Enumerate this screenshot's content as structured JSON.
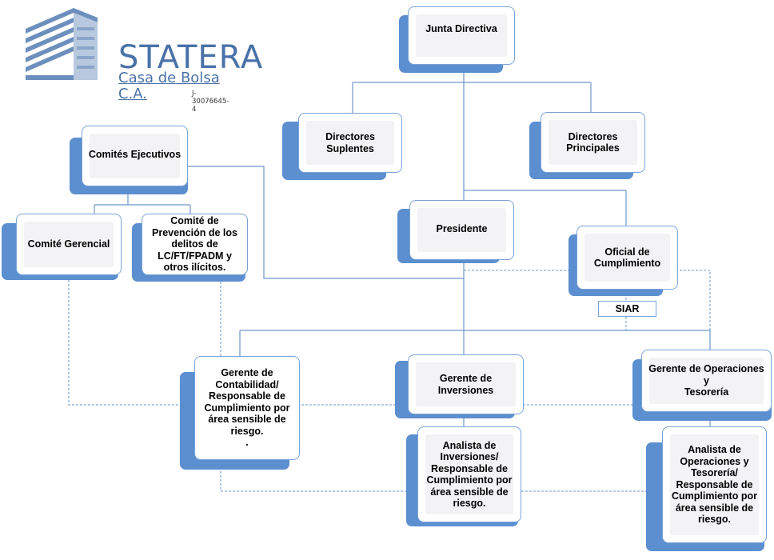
{
  "logo": {
    "name": "STATERA",
    "subtitle": "Casa de Bolsa C.A.",
    "rif": "J-30076645-4"
  },
  "nodes": {
    "junta": "Junta Directiva",
    "suplentes": "Directores Suplentes",
    "principales": "Directores\nPrincipales",
    "comites": "Comités Ejecutivos",
    "gerencial": "Comité Gerencial",
    "prevencion": "Comité de\nPrevención de los\ndelitos de\nLC/FT/FPADM y\notros ilícitos.",
    "presidente": "Presidente",
    "oficial": "Oficial de\nCumplimiento",
    "siar": "SIAR",
    "contabilidad": "Gerente de\nContabilidad/\nResponsable de\nCumplimiento por\nárea sensible de\nriesgo.\n.",
    "inversiones": "Gerente de Inversiones",
    "operaciones": "Gerente de Operaciones y\nTesorería",
    "analista_inv": "Analista de\nInversiones/\nResponsable de\nCumplimiento por\nárea sensible de\nriesgo.",
    "analista_ops": "Analista de\nOperaciones y\nTesorería/\nResponsable de\nCumplimiento por\nárea sensible de\nriesgo."
  },
  "colors": {
    "shadow": "#5b8fd0",
    "border": "#7aa3d6",
    "line": "#6f97c9"
  }
}
